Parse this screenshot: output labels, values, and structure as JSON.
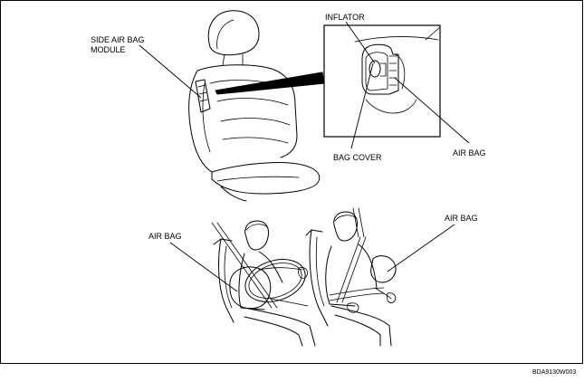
{
  "labels": {
    "side_air_bag_module_line1": "SIDE AIR BAG",
    "side_air_bag_module_line2": "MODULE",
    "inflator": "INFLATOR",
    "bag_cover": "BAG COVER",
    "air_bag_detail": "AIR BAG",
    "air_bag_driver": "AIR BAG",
    "air_bag_passenger": "AIR BAG"
  },
  "figure_code": "BDA9130W003",
  "colors": {
    "line": "#000000",
    "background": "#ffffff"
  }
}
